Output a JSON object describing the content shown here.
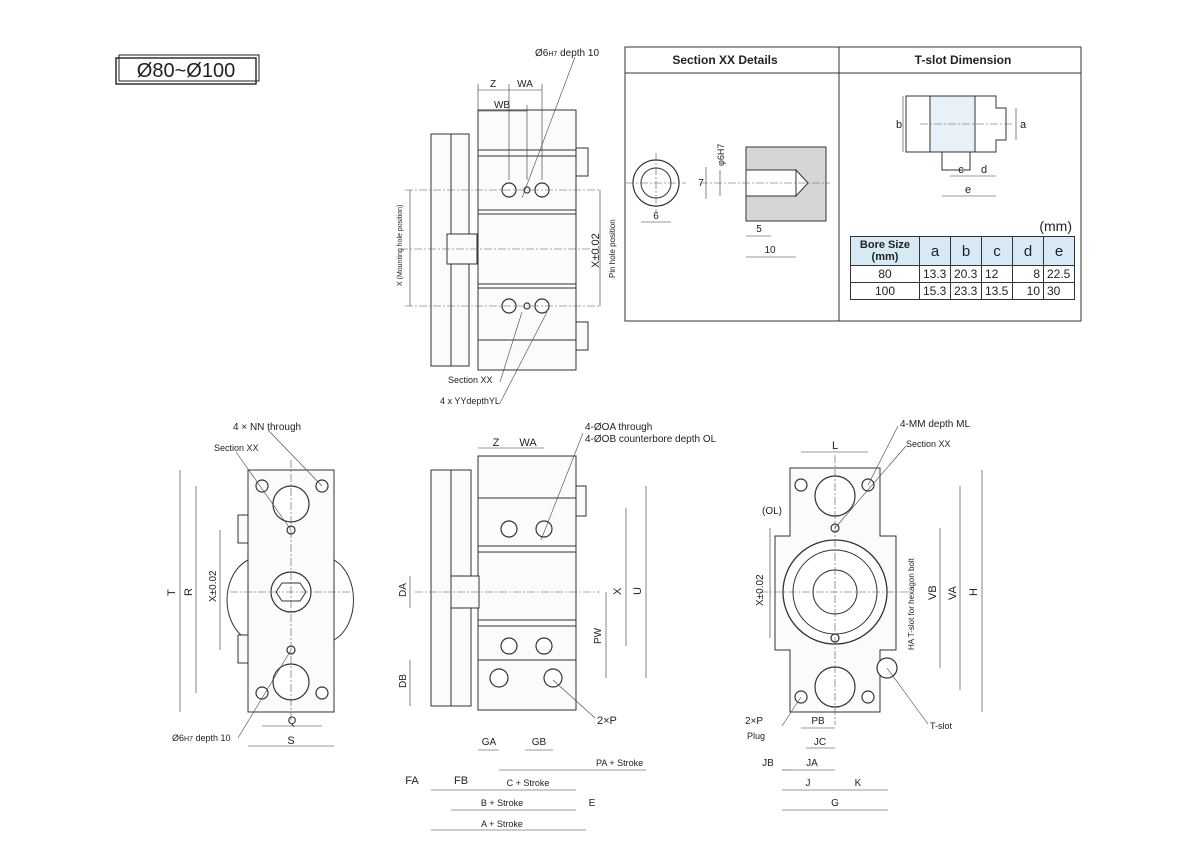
{
  "title_badge": "Ø80~Ø100",
  "section_panel": {
    "title": "Section XX Details"
  },
  "tslot_panel": {
    "title": "T-slot Dimension",
    "unit": "(mm)",
    "table": {
      "header_bore": "Bore Size",
      "header_bore_unit": "(mm)",
      "columns": [
        "a",
        "b",
        "c",
        "d",
        "e"
      ],
      "rows": [
        {
          "bore": "80",
          "values": [
            "13.3",
            "20.3",
            "12",
            "8",
            "22.5"
          ]
        },
        {
          "bore": "100",
          "values": [
            "15.3",
            "23.3",
            "13.5",
            "10",
            "30"
          ]
        }
      ]
    }
  },
  "labels": {
    "z": "Z",
    "wa": "WA",
    "wb": "WB",
    "pin_hole_a": "Ø6",
    "pin_hole_b": "H7",
    "pin_hole_c": " depth 10",
    "mounting_hole": "X (Mounting hole position)",
    "pin_hole_position": "Pin hole position",
    "x_tol": "X±0.02",
    "section_xx": "Section XX",
    "yy_depth": "4 x YYdepthYL",
    "nn_through": "4 × NN through",
    "oa_through": "4-ØOA through",
    "ob_counterbore": "4-ØOB counterbore depth OL",
    "mm_depth": "4-MM depth ML",
    "t": "T",
    "r": "R",
    "q": "Q",
    "s": "S",
    "da": "DA",
    "db": "DB",
    "pw": "PW",
    "u": "U",
    "x": "X",
    "ga": "GA",
    "gb": "GB",
    "two_p": "2×P",
    "pa_stroke": "PA + Stroke",
    "c_stroke": "C + Stroke",
    "b_stroke": "B + Stroke",
    "a_stroke": "A + Stroke",
    "fa": "FA",
    "fb": "FB",
    "e": "E",
    "l": "L",
    "ol": "(OL)",
    "vb": "VB",
    "va": "VA",
    "h": "H",
    "ha_tslot": "HA T-slot for hexagon bolt",
    "pb": "PB",
    "jc": "JC",
    "jb": "JB",
    "ja": "JA",
    "j": "J",
    "k": "K",
    "g": "G",
    "plug": "Plug",
    "t_slot": "T-slot",
    "dim6": "6",
    "dim7": "7",
    "dim5": "5",
    "dim10": "10",
    "phi6": "φ6H7",
    "ta": "a",
    "tb": "b",
    "tc": "c",
    "td": "d",
    "te": "e"
  },
  "colors": {
    "table_header_bg": "#d7e9f5",
    "tslot_shade": "#cfe2f0"
  }
}
